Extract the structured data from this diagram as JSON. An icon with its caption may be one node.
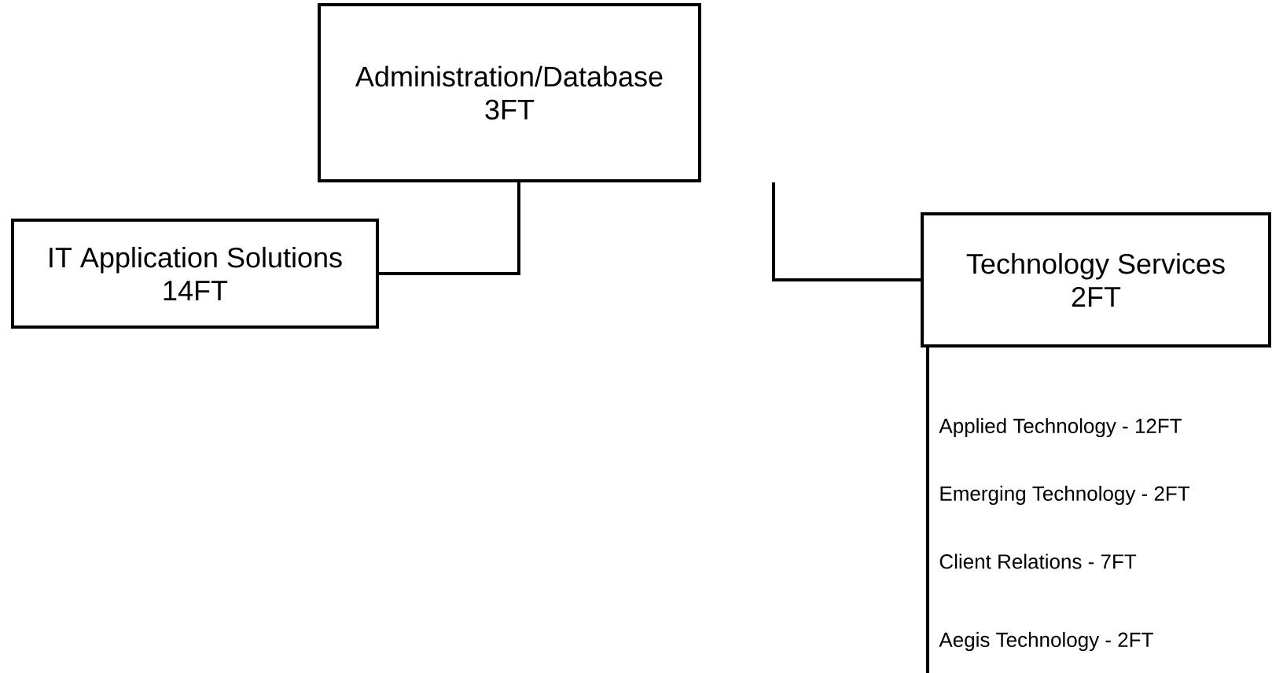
{
  "diagram": {
    "nodes": [
      {
        "text": [
          "Administration/Database",
          "3FT"
        ]
      },
      {
        "text": [
          "IT Application Solutions",
          "14FT"
        ]
      },
      {
        "text": [
          "Technology Services",
          "2FT"
        ]
      }
    ],
    "edges": [
      {
        "from": 0,
        "to": 1,
        "arrow": "none"
      },
      {
        "from": 0,
        "to": 2,
        "arrow": "none"
      }
    ],
    "labels": [
      "Applied Technology - 12FT",
      "Emerging Technology - 2FT",
      "Client Relations - 7FT",
      "Aegis Technology - 2FT"
    ]
  }
}
